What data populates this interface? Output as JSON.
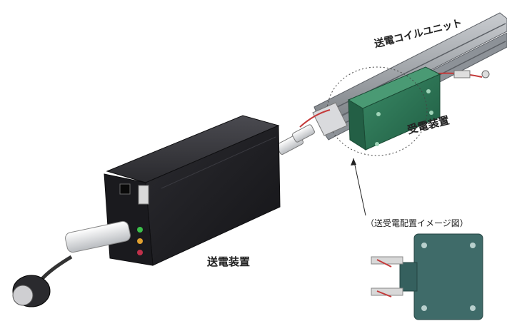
{
  "labels": {
    "coil_unit": "送電コイルユニット",
    "receiver": "受電装置",
    "transmitter": "送電装置",
    "layout_diagram": "（送受電配置イメージ図）"
  },
  "colors": {
    "receiver_green": "#2f7a58",
    "transmitter_black": "#1e1e22",
    "detail_teal": "#3f6b69",
    "rail_gray": "#9aa0a6"
  }
}
